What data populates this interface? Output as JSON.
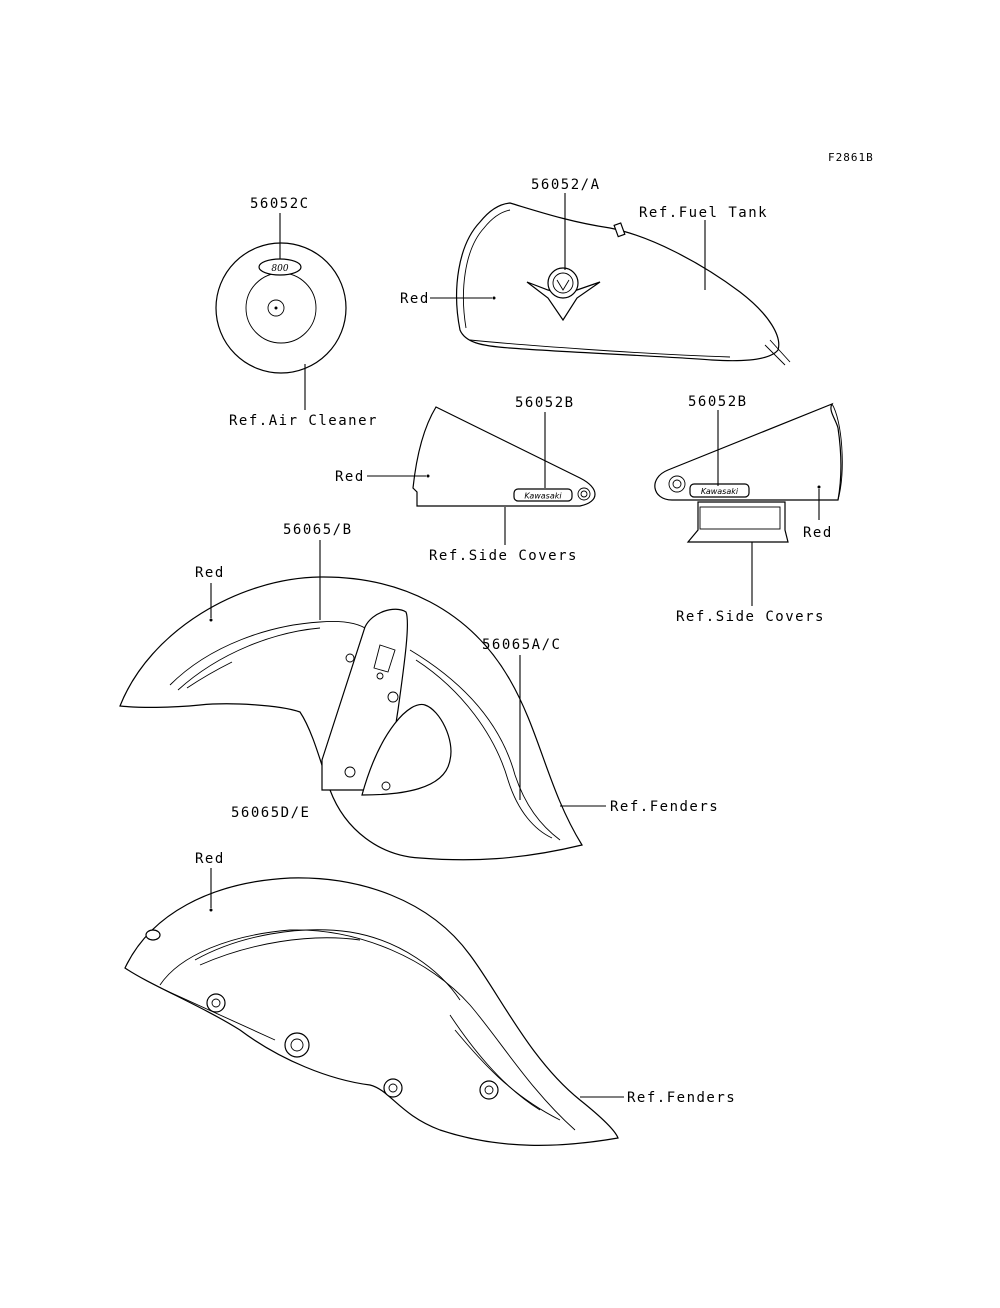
{
  "figure_code": "F2861B",
  "parts": {
    "air_cleaner_emblem": "56052C",
    "tank_emblem": "56052/A",
    "side_cover_left": "56052B",
    "side_cover_right": "56052B",
    "front_fender": "56065/B",
    "front_fender_stripe": "56065A/C",
    "rear_fender": "56065D/E"
  },
  "refs": {
    "air_cleaner": "Ref.Air Cleaner",
    "fuel_tank": "Ref.Fuel Tank",
    "side_covers_left": "Ref.Side Covers",
    "side_covers_right": "Ref.Side Covers",
    "fenders_front": "Ref.Fenders",
    "fenders_rear": "Ref.Fenders"
  },
  "colors": {
    "tank": "Red",
    "side_cover_left": "Red",
    "side_cover_right": "Red",
    "front_fender": "Red",
    "rear_fender": "Red"
  }
}
